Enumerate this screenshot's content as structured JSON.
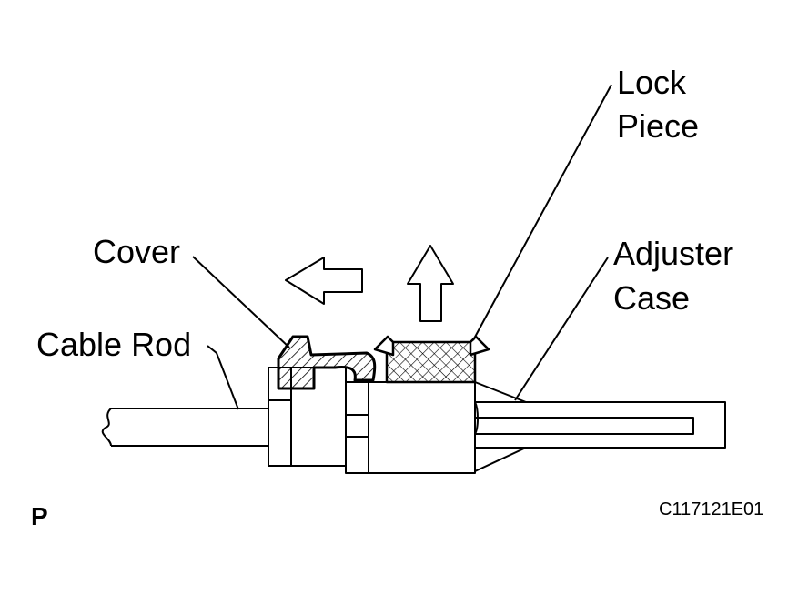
{
  "labels": {
    "lock_piece_line1": "Lock",
    "lock_piece_line2": "Piece",
    "cover": "Cover",
    "adjuster_case_line1": "Adjuster",
    "adjuster_case_line2": "Case",
    "cable_rod": "Cable Rod"
  },
  "footer": {
    "view_mark": "P",
    "figure_code": "C117121E01"
  },
  "colors": {
    "ink": "#000000",
    "paper": "#ffffff"
  }
}
